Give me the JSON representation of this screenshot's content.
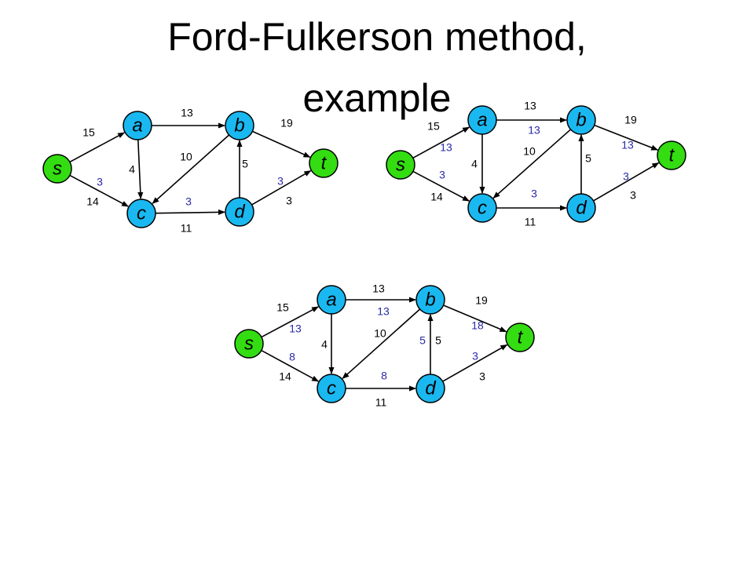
{
  "title": {
    "line1": "Ford-Fulkerson method,",
    "line2": "example"
  },
  "colors": {
    "source_node": "#33dd11",
    "sink_node": "#33dd11",
    "inner_node": "#1ab8f0",
    "capacity_text": "#000000",
    "flow_text": "#2a2aa8"
  },
  "graphs": [
    {
      "nodes": [
        {
          "id": "s",
          "label": "s",
          "kind": "source"
        },
        {
          "id": "a",
          "label": "a",
          "kind": "inner"
        },
        {
          "id": "b",
          "label": "b",
          "kind": "inner"
        },
        {
          "id": "c",
          "label": "c",
          "kind": "inner"
        },
        {
          "id": "d",
          "label": "d",
          "kind": "inner"
        },
        {
          "id": "t",
          "label": "t",
          "kind": "sink"
        }
      ],
      "edges": [
        {
          "from": "s",
          "to": "a",
          "capacity": "15",
          "flow": ""
        },
        {
          "from": "s",
          "to": "c",
          "capacity": "14",
          "flow": "3"
        },
        {
          "from": "a",
          "to": "b",
          "capacity": "13",
          "flow": ""
        },
        {
          "from": "a",
          "to": "c",
          "capacity": "4",
          "flow": ""
        },
        {
          "from": "b",
          "to": "c",
          "capacity": "10",
          "flow": ""
        },
        {
          "from": "b",
          "to": "t",
          "capacity": "19",
          "flow": ""
        },
        {
          "from": "c",
          "to": "d",
          "capacity": "11",
          "flow": "3"
        },
        {
          "from": "d",
          "to": "b",
          "capacity": "5",
          "flow": ""
        },
        {
          "from": "d",
          "to": "t",
          "capacity": "3",
          "flow": "3"
        }
      ]
    },
    {
      "nodes": [
        {
          "id": "s",
          "label": "s",
          "kind": "source"
        },
        {
          "id": "a",
          "label": "a",
          "kind": "inner"
        },
        {
          "id": "b",
          "label": "b",
          "kind": "inner"
        },
        {
          "id": "c",
          "label": "c",
          "kind": "inner"
        },
        {
          "id": "d",
          "label": "d",
          "kind": "inner"
        },
        {
          "id": "t",
          "label": "t",
          "kind": "sink"
        }
      ],
      "edges": [
        {
          "from": "s",
          "to": "a",
          "capacity": "15",
          "flow": "13"
        },
        {
          "from": "s",
          "to": "c",
          "capacity": "14",
          "flow": "3"
        },
        {
          "from": "a",
          "to": "b",
          "capacity": "13",
          "flow": "13"
        },
        {
          "from": "a",
          "to": "c",
          "capacity": "4",
          "flow": ""
        },
        {
          "from": "b",
          "to": "c",
          "capacity": "10",
          "flow": ""
        },
        {
          "from": "b",
          "to": "t",
          "capacity": "19",
          "flow": "13"
        },
        {
          "from": "c",
          "to": "d",
          "capacity": "11",
          "flow": "3"
        },
        {
          "from": "d",
          "to": "b",
          "capacity": "5",
          "flow": ""
        },
        {
          "from": "d",
          "to": "t",
          "capacity": "3",
          "flow": "3"
        }
      ]
    },
    {
      "nodes": [
        {
          "id": "s",
          "label": "s",
          "kind": "source"
        },
        {
          "id": "a",
          "label": "a",
          "kind": "inner"
        },
        {
          "id": "b",
          "label": "b",
          "kind": "inner"
        },
        {
          "id": "c",
          "label": "c",
          "kind": "inner"
        },
        {
          "id": "d",
          "label": "d",
          "kind": "inner"
        },
        {
          "id": "t",
          "label": "t",
          "kind": "sink"
        }
      ],
      "edges": [
        {
          "from": "s",
          "to": "a",
          "capacity": "15",
          "flow": "13"
        },
        {
          "from": "s",
          "to": "c",
          "capacity": "14",
          "flow": "8"
        },
        {
          "from": "a",
          "to": "b",
          "capacity": "13",
          "flow": "13"
        },
        {
          "from": "a",
          "to": "c",
          "capacity": "4",
          "flow": ""
        },
        {
          "from": "b",
          "to": "c",
          "capacity": "10",
          "flow": ""
        },
        {
          "from": "b",
          "to": "t",
          "capacity": "19",
          "flow": "18"
        },
        {
          "from": "c",
          "to": "d",
          "capacity": "11",
          "flow": "8"
        },
        {
          "from": "d",
          "to": "b",
          "capacity": "5",
          "flow": "5"
        },
        {
          "from": "d",
          "to": "t",
          "capacity": "3",
          "flow": "3"
        }
      ]
    }
  ]
}
